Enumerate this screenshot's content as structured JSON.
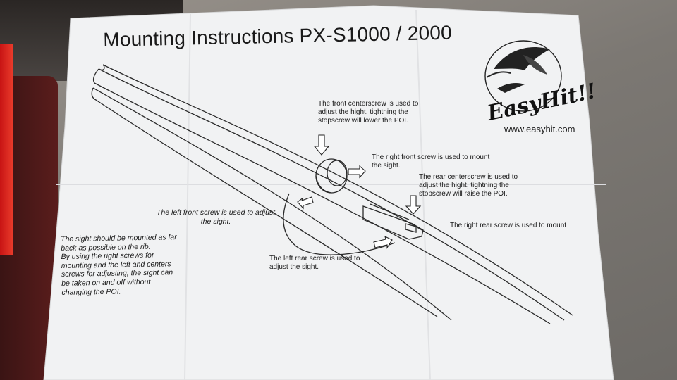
{
  "doc": {
    "title": "Mounting Instructions PX-S1000 / 2000",
    "brand": "EasyHit!!",
    "url": "www.easyhit.com",
    "notes": {
      "front_center": [
        "The front centerscrew is used to",
        "adjust the hight, tightning the",
        "stopscrew will lower the POI."
      ],
      "right_front": [
        "The right front screw is used to mount",
        "the sight."
      ],
      "rear_center": [
        "The rear centerscrew is used to",
        "adjust the hight, tightning the",
        "stopscrew will raise the POI."
      ],
      "left_front": [
        "The left front screw is used to adjust",
        "the sight."
      ],
      "right_rear": [
        "The right rear screw is used to mount"
      ],
      "left_rear": [
        "The left rear screw is used to",
        "adjust the sight."
      ],
      "general": [
        "The sight should be mounted as far",
        "back as possible on the rib.",
        "By using the right screws for",
        "mounting and the left and centers",
        "screws for adjusting, the sight can",
        "be taken on and off without",
        "changing the POI."
      ]
    }
  },
  "colors": {
    "paper": "#f2f3f4",
    "ink": "#1a1a1a",
    "red_box": "#d82020",
    "maroon": "#4a1818"
  },
  "icons": [
    "pheasant-logo-icon",
    "arrow-icon"
  ]
}
